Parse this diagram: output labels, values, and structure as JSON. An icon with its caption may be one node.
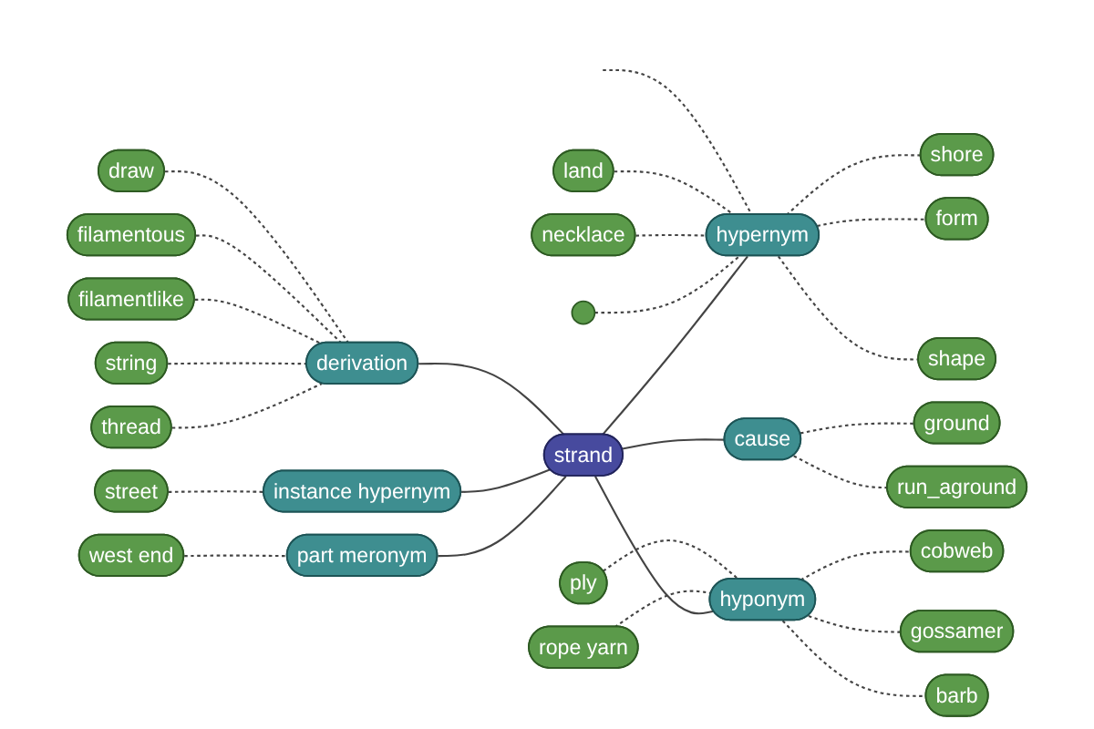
{
  "diagram": {
    "nodes": [
      {
        "text": [],
        "shape": "circle"
      },
      {
        "text": [
          "necklace"
        ]
      },
      {
        "text": [
          "shore"
        ]
      },
      {
        "text": [
          "land"
        ]
      },
      {
        "text": [
          "hypernym"
        ]
      },
      {
        "text": [
          "form"
        ]
      },
      {
        "text": [
          "shape"
        ]
      },
      {
        "text": [
          "west end"
        ]
      },
      {
        "text": [
          "part meronym"
        ]
      },
      {
        "text": [
          "street"
        ]
      },
      {
        "text": [
          "instance hypernym"
        ]
      },
      {
        "text": [
          "thread"
        ]
      },
      {
        "text": [
          "strand"
        ]
      },
      {
        "text": [
          "ground"
        ]
      },
      {
        "text": [
          "cause"
        ]
      },
      {
        "text": [
          "string"
        ]
      },
      {
        "text": [
          "derivation"
        ]
      },
      {
        "text": [
          "run_aground"
        ]
      },
      {
        "text": [
          "filamentlike"
        ]
      },
      {
        "text": [
          "filamentous"
        ]
      },
      {
        "text": [
          "draw"
        ]
      },
      {
        "text": [
          "rope yarn"
        ]
      },
      {
        "text": [
          "hyponym"
        ]
      },
      {
        "text": [
          "cobweb"
        ]
      },
      {
        "text": [
          "ply"
        ]
      },
      {
        "text": [
          "gossamer"
        ]
      },
      {
        "text": [
          "barb"
        ]
      }
    ],
    "edges": [
      {
        "from": 8,
        "to": 12,
        "arrow": "none"
      },
      {
        "from": 10,
        "to": 12,
        "arrow": "none"
      },
      {
        "from": 16,
        "to": 12,
        "arrow": "none"
      },
      {
        "from": 12,
        "to": 4,
        "arrow": "none"
      },
      {
        "from": 12,
        "to": 14,
        "arrow": "none"
      },
      {
        "from": 12,
        "to": 22,
        "arrow": "none"
      },
      {
        "from": 7,
        "to": 8,
        "arrow": "none",
        "style": "dashed"
      },
      {
        "from": 9,
        "to": 10,
        "arrow": "none",
        "style": "dashed"
      },
      {
        "from": 11,
        "to": 16,
        "arrow": "none",
        "style": "dashed"
      },
      {
        "from": 15,
        "to": 16,
        "arrow": "none",
        "style": "dashed"
      },
      {
        "from": 18,
        "to": 16,
        "arrow": "none",
        "style": "dashed"
      },
      {
        "from": 19,
        "to": 16,
        "arrow": "none",
        "style": "dashed"
      },
      {
        "from": 20,
        "to": 16,
        "arrow": "none",
        "style": "dashed"
      },
      {
        "from": 0,
        "to": 4,
        "arrow": "none",
        "style": "dashed"
      },
      {
        "from": 1,
        "to": 4,
        "arrow": "none",
        "style": "dashed"
      },
      {
        "from": 3,
        "to": 4,
        "arrow": "none",
        "style": "dashed"
      },
      {
        "from": 4,
        "to": 2,
        "arrow": "none",
        "style": "dashed"
      },
      {
        "from": 4,
        "to": 5,
        "arrow": "none",
        "style": "dashed"
      },
      {
        "from": 4,
        "to": 6,
        "arrow": "none",
        "style": "dashed"
      },
      {
        "from": null,
        "to": 4,
        "arrow": "none",
        "style": "dashed"
      },
      {
        "from": 14,
        "to": 13,
        "arrow": "none",
        "style": "dashed"
      },
      {
        "from": 14,
        "to": 17,
        "arrow": "none",
        "style": "dashed"
      },
      {
        "from": 21,
        "to": 22,
        "arrow": "none",
        "style": "dashed"
      },
      {
        "from": 24,
        "to": 22,
        "arrow": "none",
        "style": "dashed"
      },
      {
        "from": 22,
        "to": 23,
        "arrow": "none",
        "style": "dashed"
      },
      {
        "from": 22,
        "to": 25,
        "arrow": "none",
        "style": "dashed"
      },
      {
        "from": 22,
        "to": 26,
        "arrow": "none",
        "style": "dashed"
      }
    ]
  }
}
